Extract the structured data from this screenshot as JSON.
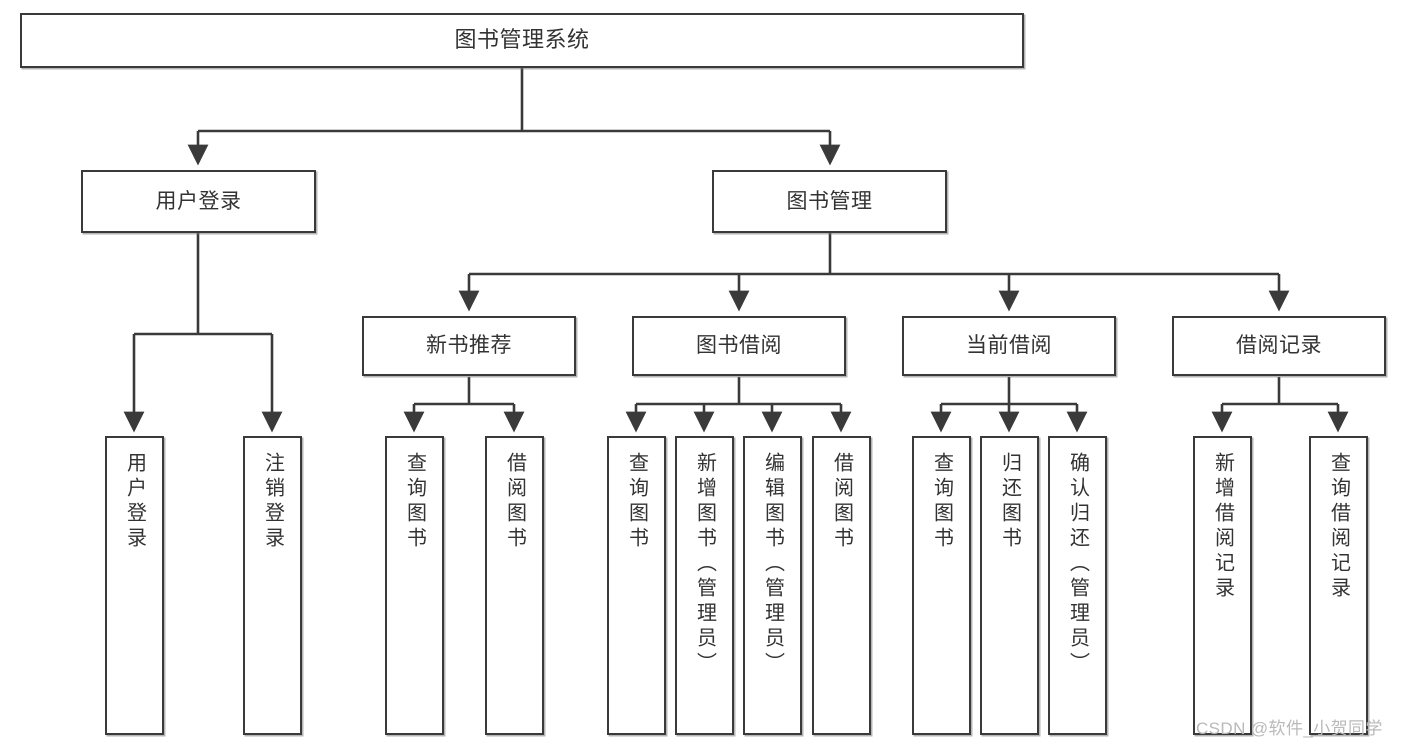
{
  "diagram": {
    "type": "tree-hierarchy-chart",
    "title": "图书管理系统",
    "watermark": "CSDN @软件_小贺同学",
    "colors": {
      "stroke": "#3a3a3a",
      "fill": "#ffffff",
      "text": "#333333",
      "watermark": "#b9b9b9"
    },
    "levels": [
      {
        "level": 1,
        "nodes": [
          {
            "id": "root",
            "label": "图书管理系统",
            "orientation": "horizontal"
          }
        ]
      },
      {
        "level": 2,
        "nodes": [
          {
            "id": "user-login",
            "label": "用户登录",
            "orientation": "horizontal",
            "parent": "root"
          },
          {
            "id": "book-management",
            "label": "图书管理",
            "orientation": "horizontal",
            "parent": "root"
          }
        ]
      },
      {
        "level": 3,
        "nodes": [
          {
            "id": "new-book-recommend",
            "label": "新书推荐",
            "orientation": "horizontal",
            "parent": "book-management"
          },
          {
            "id": "book-borrow",
            "label": "图书借阅",
            "orientation": "horizontal",
            "parent": "book-management"
          },
          {
            "id": "current-borrow",
            "label": "当前借阅",
            "orientation": "horizontal",
            "parent": "book-management"
          },
          {
            "id": "borrow-record",
            "label": "借阅记录",
            "orientation": "horizontal",
            "parent": "book-management"
          }
        ]
      },
      {
        "level": 4,
        "nodes": [
          {
            "id": "leaf-user-login",
            "label": "用户登录",
            "orientation": "vertical",
            "parent": "user-login"
          },
          {
            "id": "leaf-logout",
            "label": "注销登录",
            "orientation": "vertical",
            "parent": "user-login"
          },
          {
            "id": "leaf-query-book-1",
            "label": "查询图书",
            "orientation": "vertical",
            "parent": "new-book-recommend"
          },
          {
            "id": "leaf-borrow-book-1",
            "label": "借阅图书",
            "orientation": "vertical",
            "parent": "new-book-recommend"
          },
          {
            "id": "leaf-query-book-2",
            "label": "查询图书",
            "orientation": "vertical",
            "parent": "book-borrow"
          },
          {
            "id": "leaf-add-book",
            "label": "新增图书（管理员）",
            "orientation": "vertical",
            "parent": "book-borrow"
          },
          {
            "id": "leaf-edit-book",
            "label": "编辑图书（管理员）",
            "orientation": "vertical",
            "parent": "book-borrow"
          },
          {
            "id": "leaf-borrow-book-2",
            "label": "借阅图书",
            "orientation": "vertical",
            "parent": "book-borrow"
          },
          {
            "id": "leaf-query-book-3",
            "label": "查询图书",
            "orientation": "vertical",
            "parent": "current-borrow"
          },
          {
            "id": "leaf-return-book",
            "label": "归还图书",
            "orientation": "vertical",
            "parent": "current-borrow"
          },
          {
            "id": "leaf-confirm-return",
            "label": "确认归还（管理员）",
            "orientation": "vertical",
            "parent": "current-borrow"
          },
          {
            "id": "leaf-add-record",
            "label": "新增借阅记录",
            "orientation": "vertical",
            "parent": "borrow-record"
          },
          {
            "id": "leaf-query-record",
            "label": "查询借阅记录",
            "orientation": "vertical",
            "parent": "borrow-record"
          }
        ]
      }
    ]
  }
}
